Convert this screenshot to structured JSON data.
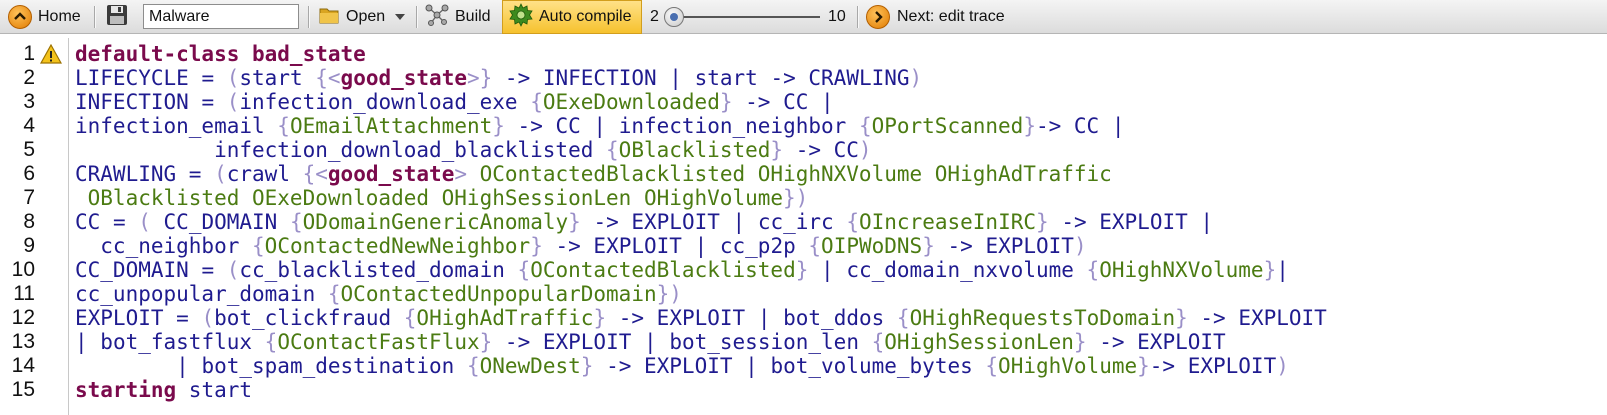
{
  "toolbar": {
    "home_label": "Home",
    "filename_value": "Malware",
    "open_label": "Open",
    "build_label": "Build",
    "auto_compile_label": "Auto compile",
    "slider_min": "2",
    "slider_max": "10",
    "slider_fraction": 0.0,
    "next_label": "Next: edit trace"
  },
  "editor": {
    "warning_line": 1,
    "lines": [
      {
        "n": "1",
        "t": [
          [
            "kw",
            "default-class bad_state"
          ]
        ]
      },
      {
        "n": "2",
        "t": [
          [
            "id",
            "LIFECYCLE "
          ],
          [
            "op",
            "= "
          ],
          [
            "br",
            "("
          ],
          [
            "id",
            "start "
          ],
          [
            "br",
            "{<"
          ],
          [
            "kw",
            "good_state"
          ],
          [
            "br",
            ">} "
          ],
          [
            "op",
            "-> "
          ],
          [
            "id",
            "INFECTION "
          ],
          [
            "op",
            "| "
          ],
          [
            "id",
            "start "
          ],
          [
            "op",
            "-> "
          ],
          [
            "id",
            "CRAWLING"
          ],
          [
            "br",
            ")"
          ]
        ]
      },
      {
        "n": "3",
        "t": [
          [
            "id",
            "INFECTION "
          ],
          [
            "op",
            "= "
          ],
          [
            "br",
            "("
          ],
          [
            "id",
            "infection_download_exe "
          ],
          [
            "br",
            "{"
          ],
          [
            "obs",
            "OExeDownloaded"
          ],
          [
            "br",
            "} "
          ],
          [
            "op",
            "-> "
          ],
          [
            "id",
            "CC "
          ],
          [
            "op",
            "|"
          ]
        ]
      },
      {
        "n": "4",
        "t": [
          [
            "id",
            "infection_email "
          ],
          [
            "br",
            "{"
          ],
          [
            "obs",
            "OEmailAttachment"
          ],
          [
            "br",
            "} "
          ],
          [
            "op",
            "-> "
          ],
          [
            "id",
            "CC "
          ],
          [
            "op",
            "| "
          ],
          [
            "id",
            "infection_neighbor "
          ],
          [
            "br",
            "{"
          ],
          [
            "obs",
            "OPortScanned"
          ],
          [
            "br",
            "}"
          ],
          [
            "op",
            "-> "
          ],
          [
            "id",
            "CC "
          ],
          [
            "op",
            "|"
          ]
        ]
      },
      {
        "n": "5",
        "t": [
          [
            "id",
            "           infection_download_blacklisted "
          ],
          [
            "br",
            "{"
          ],
          [
            "obs",
            "OBlacklisted"
          ],
          [
            "br",
            "} "
          ],
          [
            "op",
            "-> "
          ],
          [
            "id",
            "CC"
          ],
          [
            "br",
            ")"
          ]
        ]
      },
      {
        "n": "6",
        "t": [
          [
            "id",
            "CRAWLING "
          ],
          [
            "op",
            "= "
          ],
          [
            "br",
            "("
          ],
          [
            "id",
            "crawl "
          ],
          [
            "br",
            "{<"
          ],
          [
            "kw",
            "good_state"
          ],
          [
            "br",
            "> "
          ],
          [
            "obs",
            "OContactedBlacklisted OHighNXVolume OHighAdTraffic"
          ]
        ]
      },
      {
        "n": "7",
        "t": [
          [
            "obs",
            " OBlacklisted OExeDownloaded OHighSessionLen OHighVolume"
          ],
          [
            "br",
            "})"
          ]
        ]
      },
      {
        "n": "8",
        "t": [
          [
            "id",
            "CC "
          ],
          [
            "op",
            "= "
          ],
          [
            "br",
            "( "
          ],
          [
            "id",
            "CC_DOMAIN "
          ],
          [
            "br",
            "{"
          ],
          [
            "obs",
            "ODomainGenericAnomaly"
          ],
          [
            "br",
            "} "
          ],
          [
            "op",
            "-> "
          ],
          [
            "id",
            "EXPLOIT "
          ],
          [
            "op",
            "| "
          ],
          [
            "id",
            "cc_irc "
          ],
          [
            "br",
            "{"
          ],
          [
            "obs",
            "OIncreaseInIRC"
          ],
          [
            "br",
            "} "
          ],
          [
            "op",
            "-> "
          ],
          [
            "id",
            "EXPLOIT "
          ],
          [
            "op",
            "|"
          ]
        ]
      },
      {
        "n": "9",
        "t": [
          [
            "id",
            "  cc_neighbor "
          ],
          [
            "br",
            "{"
          ],
          [
            "obs",
            "OContactedNewNeighbor"
          ],
          [
            "br",
            "} "
          ],
          [
            "op",
            "-> "
          ],
          [
            "id",
            "EXPLOIT "
          ],
          [
            "op",
            "| "
          ],
          [
            "id",
            "cc_p2p "
          ],
          [
            "br",
            "{"
          ],
          [
            "obs",
            "OIPWoDNS"
          ],
          [
            "br",
            "} "
          ],
          [
            "op",
            "-> "
          ],
          [
            "id",
            "EXPLOIT"
          ],
          [
            "br",
            ")"
          ]
        ]
      },
      {
        "n": "10",
        "t": [
          [
            "id",
            "CC_DOMAIN "
          ],
          [
            "op",
            "= "
          ],
          [
            "br",
            "("
          ],
          [
            "id",
            "cc_blacklisted_domain "
          ],
          [
            "br",
            "{"
          ],
          [
            "obs",
            "OContactedBlacklisted"
          ],
          [
            "br",
            "} "
          ],
          [
            "op",
            "| "
          ],
          [
            "id",
            "cc_domain_nxvolume "
          ],
          [
            "br",
            "{"
          ],
          [
            "obs",
            "OHighNXVolume"
          ],
          [
            "br",
            "}"
          ],
          [
            "op",
            "|"
          ]
        ]
      },
      {
        "n": "11",
        "t": [
          [
            "id",
            "cc_unpopular_domain "
          ],
          [
            "br",
            "{"
          ],
          [
            "obs",
            "OContactedUnpopularDomain"
          ],
          [
            "br",
            "})"
          ]
        ]
      },
      {
        "n": "12",
        "t": [
          [
            "id",
            "EXPLOIT "
          ],
          [
            "op",
            "= "
          ],
          [
            "br",
            "("
          ],
          [
            "id",
            "bot_clickfraud "
          ],
          [
            "br",
            "{"
          ],
          [
            "obs",
            "OHighAdTraffic"
          ],
          [
            "br",
            "} "
          ],
          [
            "op",
            "-> "
          ],
          [
            "id",
            "EXPLOIT "
          ],
          [
            "op",
            "| "
          ],
          [
            "id",
            "bot_ddos "
          ],
          [
            "br",
            "{"
          ],
          [
            "obs",
            "OHighRequestsToDomain"
          ],
          [
            "br",
            "} "
          ],
          [
            "op",
            "-> "
          ],
          [
            "id",
            "EXPLOIT"
          ]
        ]
      },
      {
        "n": "13",
        "t": [
          [
            "op",
            "| "
          ],
          [
            "id",
            "bot_fastflux "
          ],
          [
            "br",
            "{"
          ],
          [
            "obs",
            "OContactFastFlux"
          ],
          [
            "br",
            "} "
          ],
          [
            "op",
            "-> "
          ],
          [
            "id",
            "EXPLOIT "
          ],
          [
            "op",
            "| "
          ],
          [
            "id",
            "bot_session_len "
          ],
          [
            "br",
            "{"
          ],
          [
            "obs",
            "OHighSessionLen"
          ],
          [
            "br",
            "} "
          ],
          [
            "op",
            "-> "
          ],
          [
            "id",
            "EXPLOIT"
          ]
        ]
      },
      {
        "n": "14",
        "t": [
          [
            "op",
            "        | "
          ],
          [
            "id",
            "bot_spam_destination "
          ],
          [
            "br",
            "{"
          ],
          [
            "obs",
            "ONewDest"
          ],
          [
            "br",
            "} "
          ],
          [
            "op",
            "-> "
          ],
          [
            "id",
            "EXPLOIT "
          ],
          [
            "op",
            "| "
          ],
          [
            "id",
            "bot_volume_bytes "
          ],
          [
            "br",
            "{"
          ],
          [
            "obs",
            "OHighVolume"
          ],
          [
            "br",
            "}"
          ],
          [
            "op",
            "-> "
          ],
          [
            "id",
            "EXPLOIT"
          ],
          [
            "br",
            ")"
          ]
        ]
      },
      {
        "n": "15",
        "t": [
          [
            "kw",
            "starting "
          ],
          [
            "id",
            "start"
          ]
        ]
      }
    ]
  }
}
